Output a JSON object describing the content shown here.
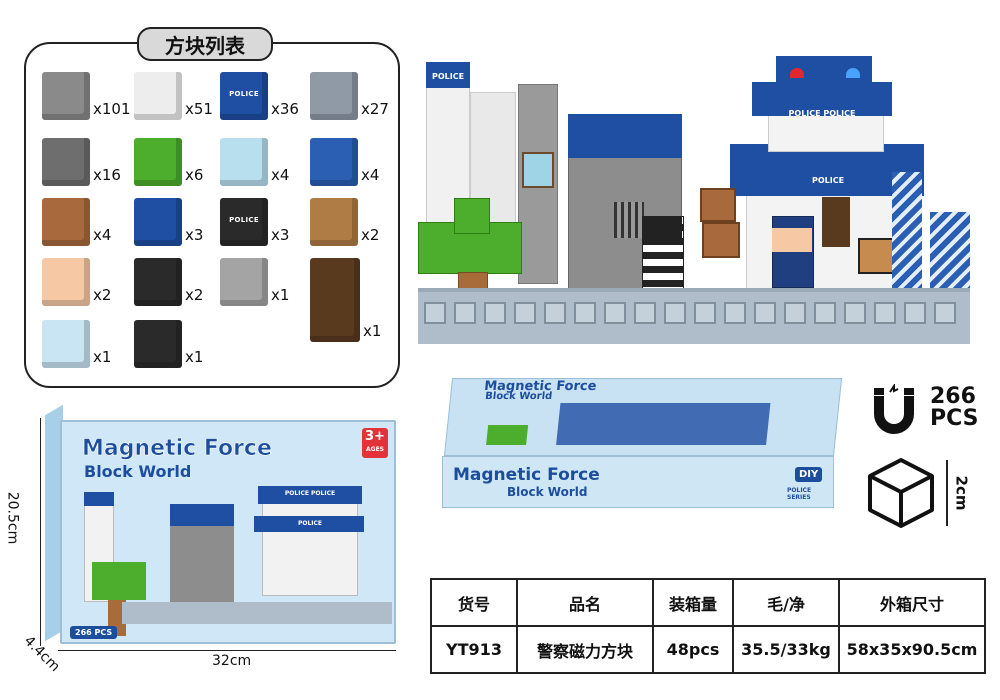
{
  "block_list": {
    "title": "方块列表",
    "items": [
      {
        "name": "gray-stone-block",
        "qty": "x101",
        "color": "#8a8a8a"
      },
      {
        "name": "white-stone-block",
        "qty": "x51",
        "color": "#ededed"
      },
      {
        "name": "police-sign-block",
        "qty": "x36",
        "color": "#1f4fa3",
        "label": "POLICE"
      },
      {
        "name": "gray-pattern-block",
        "qty": "x27",
        "color": "#8f9aa6"
      },
      {
        "name": "jail-bars-block",
        "qty": "x16",
        "color": "#6e6e6e"
      },
      {
        "name": "leaf-block",
        "qty": "x6",
        "color": "#4cae2c"
      },
      {
        "name": "window-block",
        "qty": "x4",
        "color": "#b8dfee"
      },
      {
        "name": "blue-pattern-block",
        "qty": "x4",
        "color": "#2b5fb4"
      },
      {
        "name": "wood-crate-block",
        "qty": "x4",
        "color": "#a86a3d"
      },
      {
        "name": "siren-block",
        "qty": "x3",
        "color": "#1f4fa3"
      },
      {
        "name": "police-terminal-block",
        "qty": "x3",
        "color": "#2a2a2a",
        "label": "POLICE"
      },
      {
        "name": "wood-block",
        "qty": "x2",
        "color": "#b07c45"
      },
      {
        "name": "police-officer-face-block",
        "qty": "x2",
        "color": "#f6c9a4"
      },
      {
        "name": "thief-face-block",
        "qty": "x2",
        "color": "#2a2a2a"
      },
      {
        "name": "brick-door-block",
        "qty": "x1",
        "color": "#a4a4a4"
      },
      {
        "name": "wood-door-block",
        "qty": "x1",
        "color": "#5a3a1f"
      },
      {
        "name": "police-car-block",
        "qty": "x1",
        "color": "#c9e4f3"
      },
      {
        "name": "dog-face-block",
        "qty": "x1",
        "color": "#2a2a2a"
      }
    ]
  },
  "scene": {
    "sign_police": "POLICE",
    "sign_police_police": "POLICE POLICE",
    "sign_police_small": "POLICE"
  },
  "box_art": {
    "brand_line1": "Magnetic Force",
    "brand_line2": "Block World",
    "age": "3+",
    "age_sub": "AGES",
    "pcs_badge": "266 PCS",
    "sign_police_police": "POLICE POLICE",
    "sign_police": "POLICE",
    "diy": "DIY",
    "series": "POLICE SERIES"
  },
  "dimensions": {
    "height": "20.5cm",
    "width": "32cm",
    "depth": "4.4cm",
    "block_size": "2cm"
  },
  "piece_count": {
    "number": "266",
    "unit": "PCS"
  },
  "spec_table": {
    "headers": [
      "货号",
      "品名",
      "装箱量",
      "毛/净",
      "外箱尺寸"
    ],
    "row": [
      "YT913",
      "警察磁力方块",
      "48pcs",
      "35.5/33kg",
      "58x35x90.5cm"
    ]
  }
}
